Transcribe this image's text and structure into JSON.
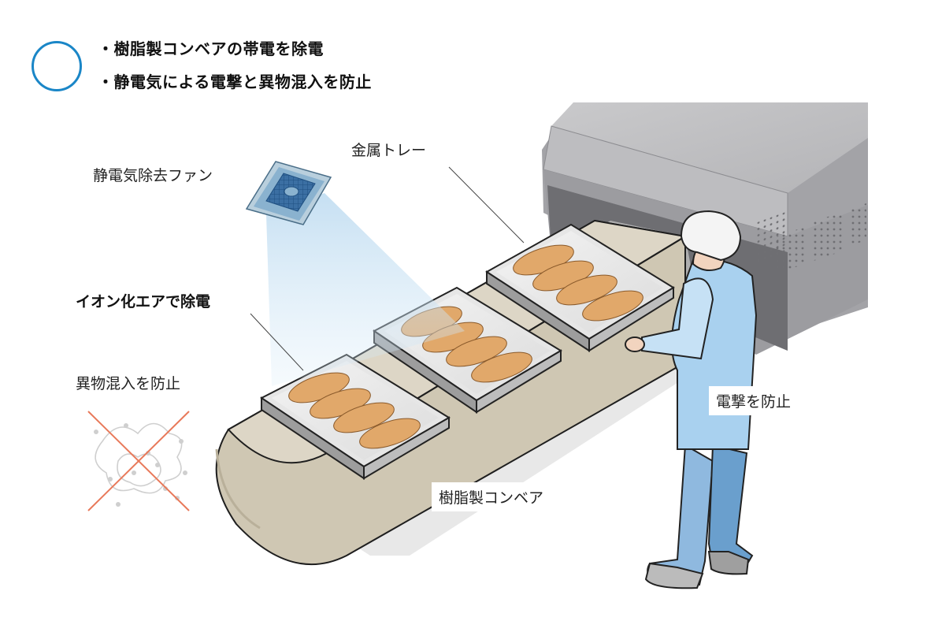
{
  "legend": {
    "bullets": [
      "・樹脂製コンベアの帯電を除電",
      "・静電気による電撃と異物混入を防止"
    ]
  },
  "labels": {
    "fan": "静電気除去ファン",
    "tray": "金属トレー",
    "ion_air": "イオン化エアで除電",
    "contamination": "異物混入を防止",
    "shock": "電撃を防止",
    "conveyor": "樹脂製コンベア"
  },
  "colors": {
    "accent_circle": "#1a86c7",
    "cross": "#e8795a",
    "belt": "#ddd6c6",
    "uniform": "#a9d1ef",
    "bread": "#e1a86a"
  }
}
